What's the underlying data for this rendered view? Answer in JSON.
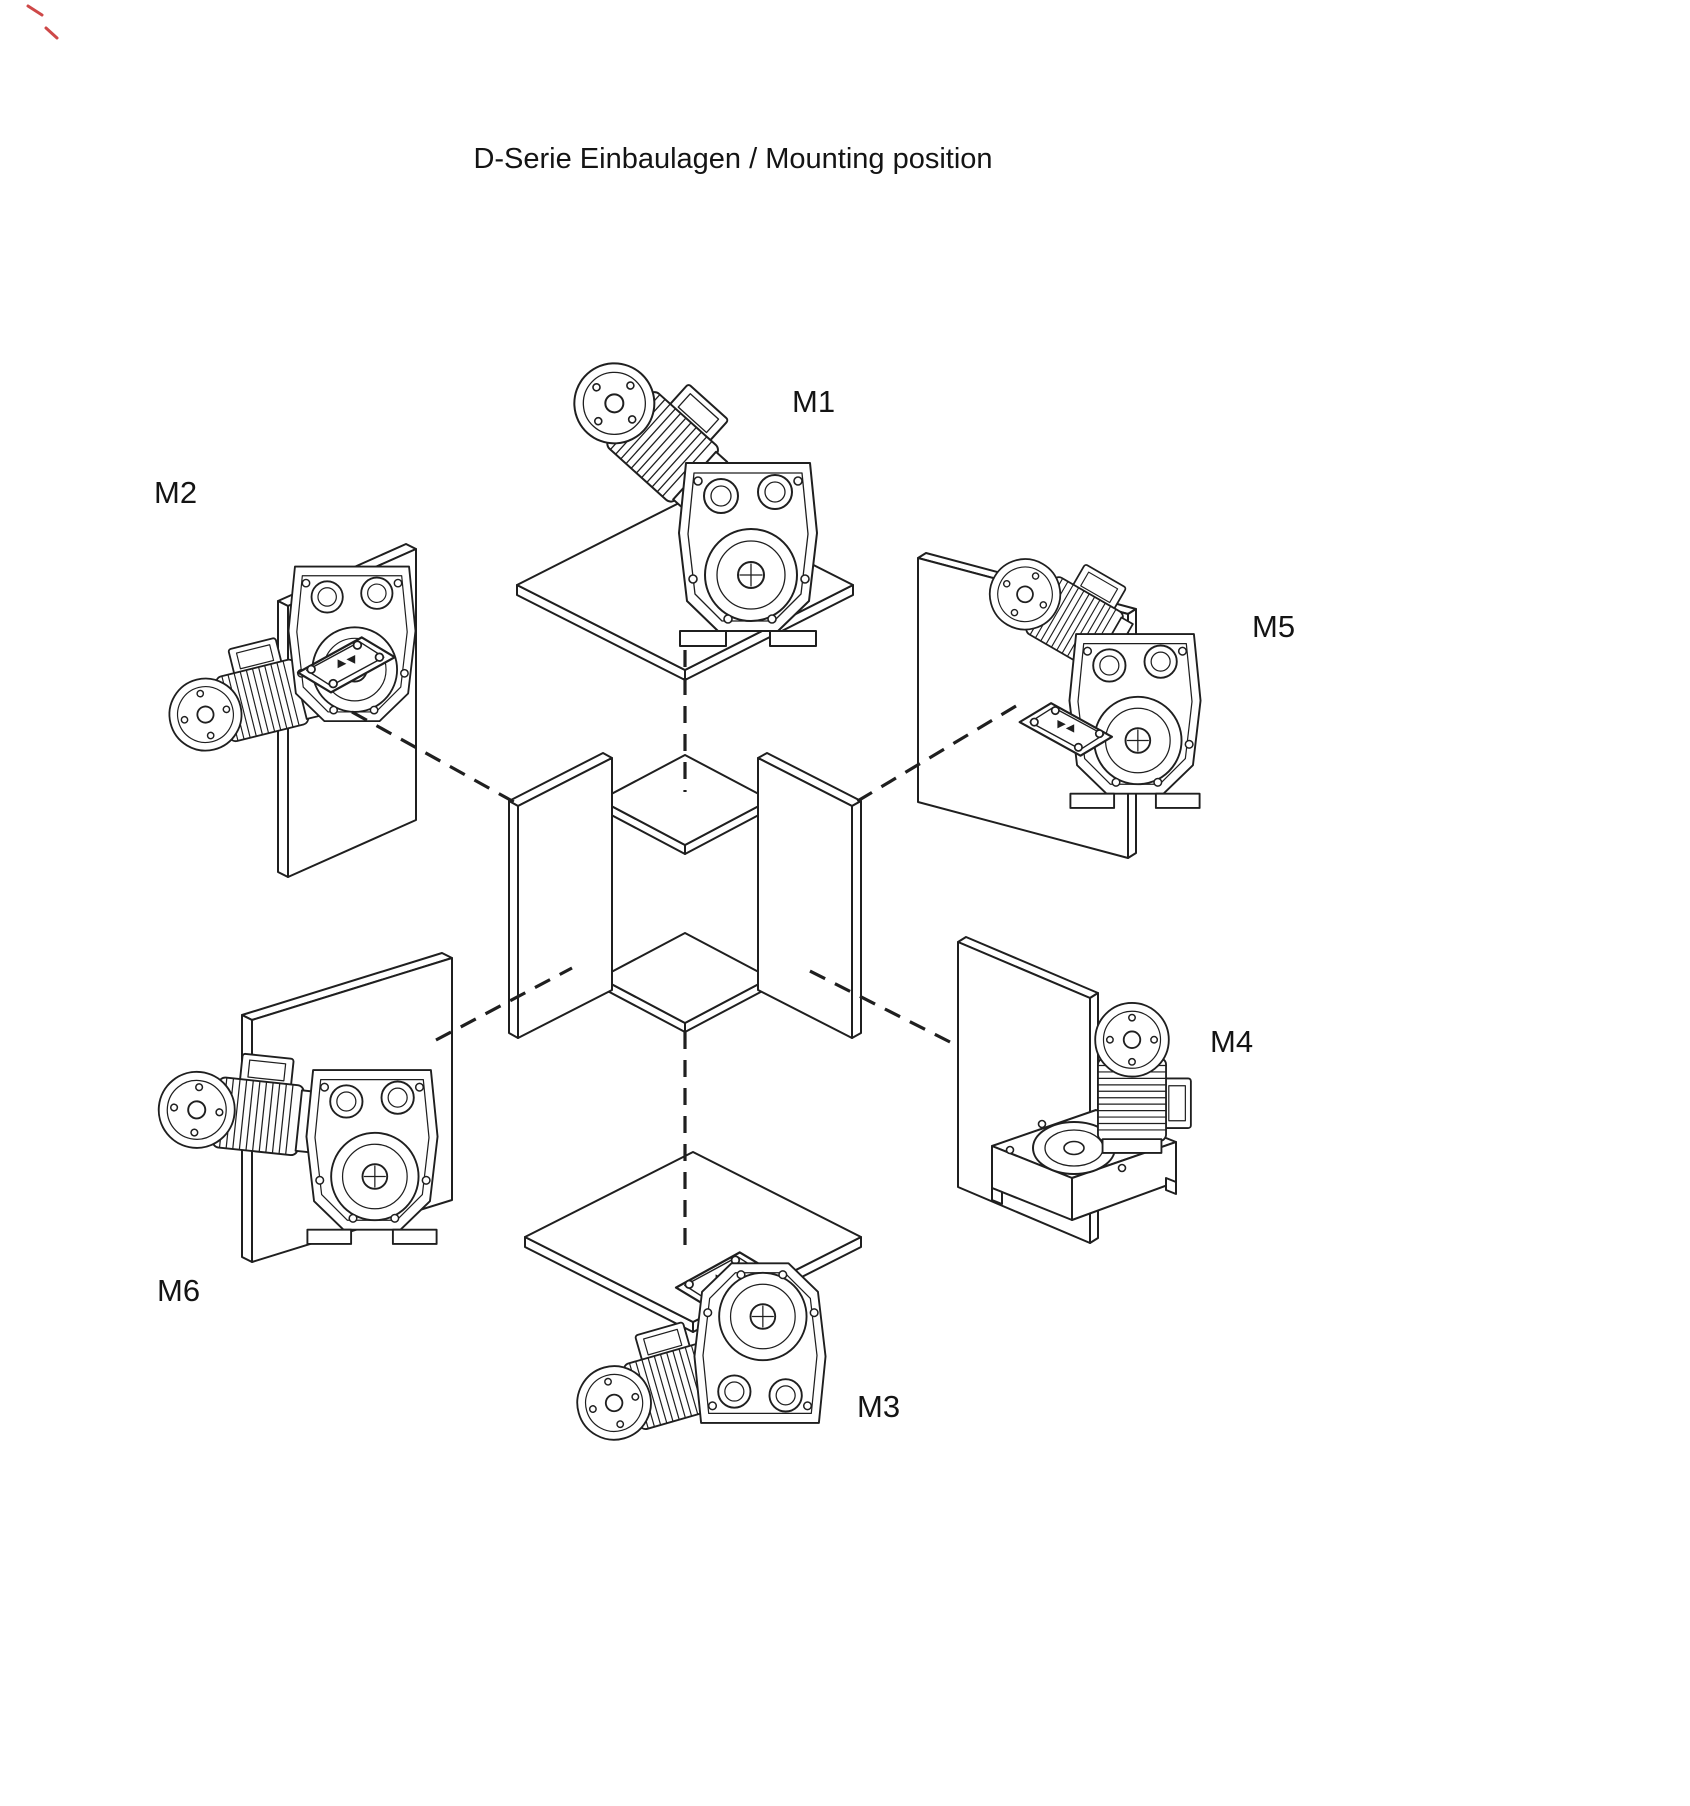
{
  "title": "D-Serie Einbaulagen / Mounting position",
  "positions": [
    {
      "id": "m1",
      "label": "M1"
    },
    {
      "id": "m2",
      "label": "M2"
    },
    {
      "id": "m3",
      "label": "M3"
    },
    {
      "id": "m4",
      "label": "M4"
    },
    {
      "id": "m5",
      "label": "M5"
    },
    {
      "id": "m6",
      "label": "M6"
    }
  ],
  "colors": {
    "line": "#1f1f1f",
    "background": "#ffffff",
    "scan_artifact": "#c62828"
  }
}
